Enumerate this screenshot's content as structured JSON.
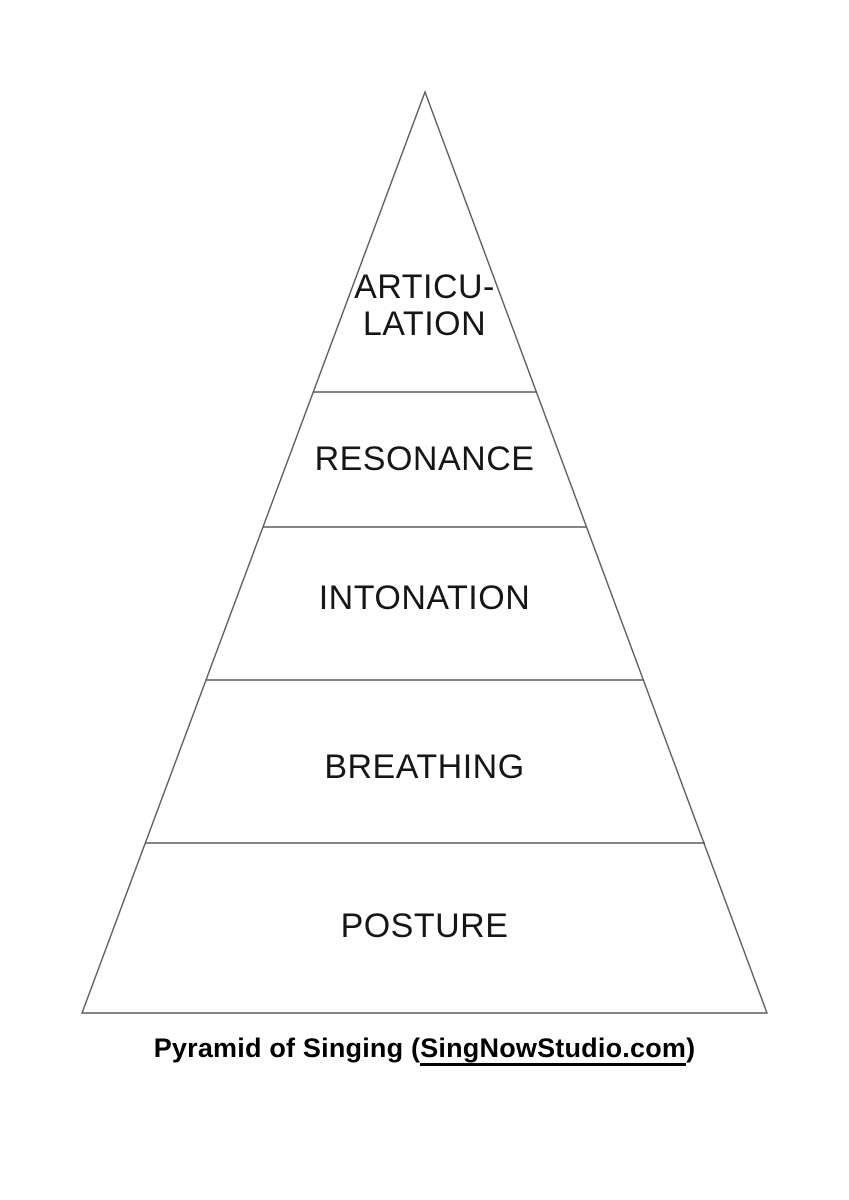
{
  "diagram": {
    "type": "pyramid",
    "title": "Pyramid of Singing",
    "levels": [
      {
        "rank": 1,
        "position": "top",
        "label": "ARTICU-\nLATION"
      },
      {
        "rank": 2,
        "position": "second",
        "label": "RESONANCE"
      },
      {
        "rank": 3,
        "position": "middle",
        "label": "INTONATION"
      },
      {
        "rank": 4,
        "position": "fourth",
        "label": "BREATHING"
      },
      {
        "rank": 5,
        "position": "base",
        "label": "POSTURE"
      }
    ],
    "caption": {
      "prefix": "Pyramid of Singing (",
      "link": "SingNowStudio.com",
      "suffix": ")"
    },
    "colors": {
      "background": "#ffffff",
      "line": "#5b5b5e",
      "text": "#161616",
      "caption_text": "#000000"
    }
  }
}
